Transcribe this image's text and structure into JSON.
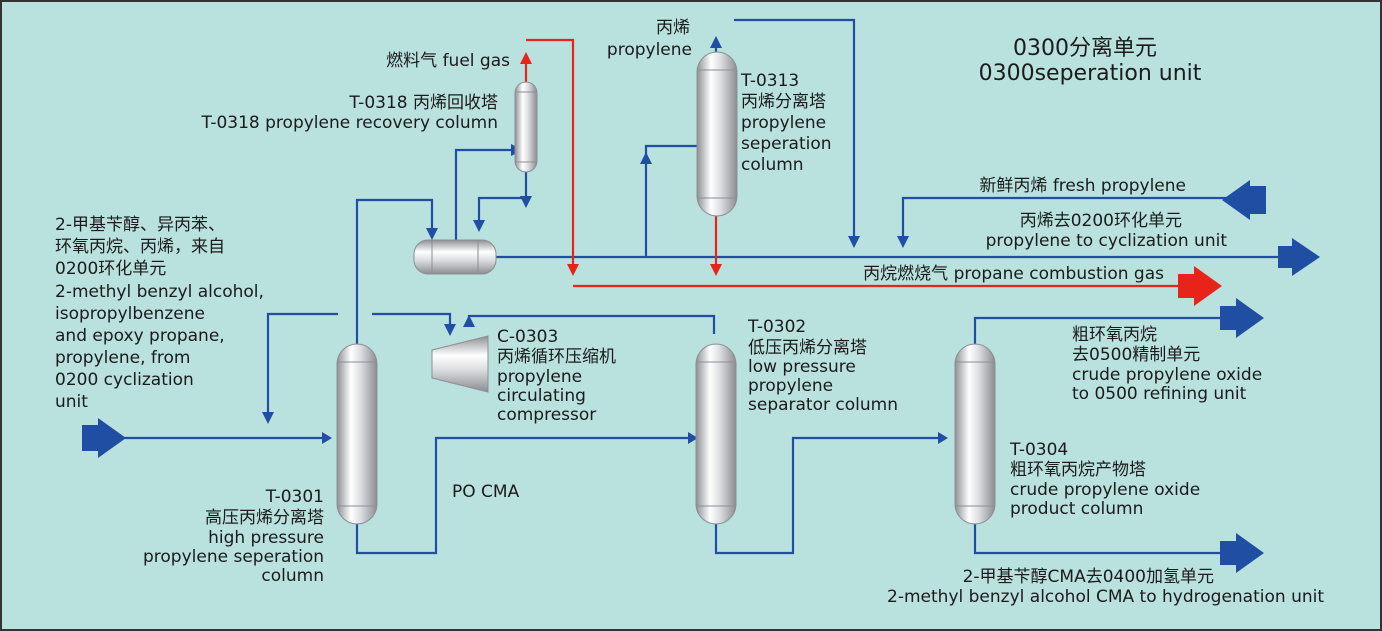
{
  "title": {
    "zh": "0300分离单元",
    "en": "0300seperation unit"
  },
  "feed": {
    "zh1": "2-甲基苄醇、异丙苯、",
    "zh2": "环氧丙烷、丙烯，来自",
    "zh3": "0200环化单元",
    "en1": "2-methyl benzyl alcohol,",
    "en2": "isopropylbenzene",
    "en3": "and epoxy propane,",
    "en4": "propylene, from",
    "en5": "0200 cyclization",
    "en6": "unit"
  },
  "t0318": {
    "zh": "T-0318 丙烯回收塔",
    "en": "T-0318 propylene recovery column"
  },
  "fuel_gas": "燃料气 fuel gas",
  "propylene_top": {
    "zh": "丙烯",
    "en": "propylene"
  },
  "t0313": {
    "tag": "T-0313",
    "zh": "丙烯分离塔",
    "en1": "propylene",
    "en2": "seperation",
    "en3": "column"
  },
  "fresh_propylene": "新鲜丙烯  fresh propylene",
  "propylene_to_cyclization": {
    "zh": "丙烯去0200环化单元",
    "en": "propylene to cyclization unit"
  },
  "propane_gas": "丙烷燃烧气 propane combustion gas",
  "c0303": {
    "tag": "C-0303",
    "zh": "丙烯循环压缩机",
    "en1": "propylene",
    "en2": "circulating",
    "en3": "compressor"
  },
  "t0302": {
    "tag": "T-0302",
    "zh": "低压丙烯分离塔",
    "en1": "low pressure",
    "en2": "propylene",
    "en3": "separator column"
  },
  "crude_po_out": {
    "zh1": "粗环氧丙烷",
    "zh2": "去0500精制单元",
    "en1": "crude propylene oxide",
    "en2": "to 0500 refining unit"
  },
  "t0304": {
    "tag": "T-0304",
    "zh": "粗环氧丙烷产物塔",
    "en1": "crude propylene oxide",
    "en2": "product column"
  },
  "po_cma": "PO CMA",
  "t0301": {
    "tag": "T-0301",
    "zh": "高压丙烯分离塔",
    "en1": "high pressure",
    "en2": "propylene seperation",
    "en3": "column"
  },
  "cma_out": {
    "zh": "2-甲基苄醇CMA去0400加氢单元",
    "en": "2-methyl benzyl alcohol CMA to hydrogenation unit"
  },
  "colors": {
    "background": "#b9e1de",
    "blue_line": "#1f4ea3",
    "red_line": "#e8241a"
  }
}
